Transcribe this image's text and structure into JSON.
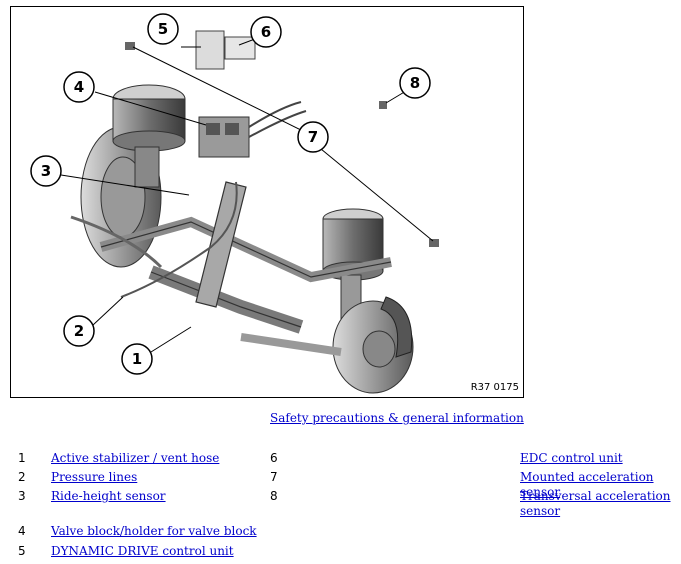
{
  "figure": {
    "reference_code": "R37 0175",
    "callouts": [
      "1",
      "2",
      "3",
      "4",
      "5",
      "6",
      "7",
      "8"
    ]
  },
  "safety_link": "Safety precautions & general information",
  "legend": [
    {
      "number": "1",
      "label": "Active stabilizer / vent hose"
    },
    {
      "number": "2",
      "label": "Pressure lines"
    },
    {
      "number": "3",
      "label": "Ride-height sensor"
    },
    {
      "number": "4",
      "label": "Valve block/holder for valve block"
    },
    {
      "number": "5",
      "label": "DYNAMIC DRIVE control unit"
    },
    {
      "number": "6",
      "label": "EDC control unit"
    },
    {
      "number": "7",
      "label": "Mounted acceleration sensor"
    },
    {
      "number": "8",
      "label": "Transversal acceleration sensor"
    }
  ],
  "colors": {
    "link": "#0000cc",
    "drawing": "#7a7a7a",
    "drawing_dark": "#3a3a3a"
  }
}
